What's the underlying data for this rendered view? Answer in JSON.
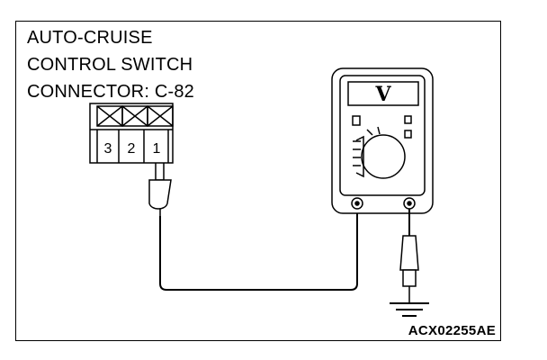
{
  "title_lines": [
    "AUTO-CRUISE",
    "CONTROL SWITCH",
    "CONNECTOR: C-82"
  ],
  "connector": {
    "pins": [
      "3",
      "2",
      "1"
    ]
  },
  "meter": {
    "mode_label": "V"
  },
  "reference_code": "ACX02255AE"
}
